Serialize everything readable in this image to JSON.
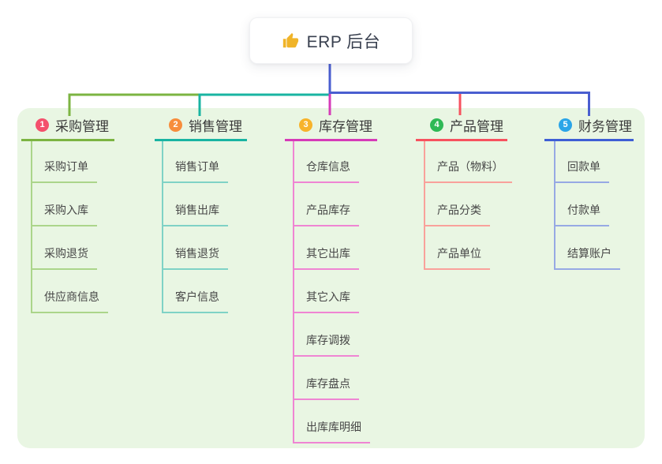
{
  "root": {
    "label": "ERP 后台",
    "icon": "thumbs-up-icon",
    "icon_color": "#f0b429"
  },
  "canvas": {
    "panel_bg": "#e9f6e3",
    "root_edge_color": "#4a5ed0"
  },
  "branches": [
    {
      "index": "1",
      "label": "采购管理",
      "badge_color": "#f4506c",
      "line_color": "#7cb442",
      "child_line_color": "#abd58a",
      "children": [
        "采购订单",
        "采购入库",
        "采购退货",
        "供应商信息"
      ]
    },
    {
      "index": "2",
      "label": "销售管理",
      "badge_color": "#f78d3c",
      "line_color": "#19b4a2",
      "child_line_color": "#7fd2c6",
      "children": [
        "销售订单",
        "销售出库",
        "销售退货",
        "客户信息"
      ]
    },
    {
      "index": "3",
      "label": "库存管理",
      "badge_color": "#f7b32b",
      "line_color": "#d63bb8",
      "child_line_color": "#ef85d3",
      "children": [
        "仓库信息",
        "产品库存",
        "其它出库",
        "其它入库",
        "库存调拨",
        "库存盘点",
        "出库库明细"
      ]
    },
    {
      "index": "4",
      "label": "产品管理",
      "badge_color": "#2fb956",
      "line_color": "#f7525f",
      "child_line_color": "#f9a19b",
      "children": [
        "产品（物料）",
        "产品分类",
        "产品单位"
      ]
    },
    {
      "index": "5",
      "label": "财务管理",
      "badge_color": "#2ba5e8",
      "line_color": "#3e5fd5",
      "child_line_color": "#97a9e4",
      "children": [
        "回款单",
        "付款单",
        "结算账户"
      ]
    }
  ]
}
